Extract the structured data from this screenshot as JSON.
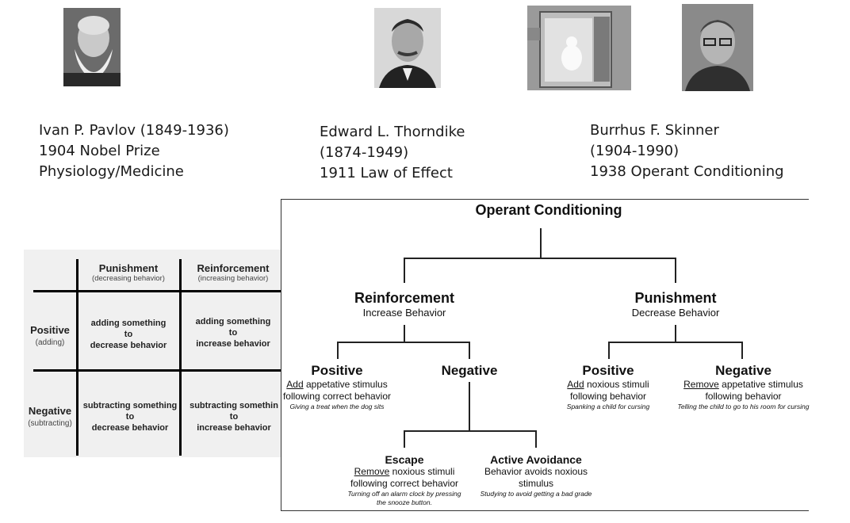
{
  "people": [
    {
      "lines": [
        "Ivan P. Pavlov  (1849-1936)",
        "1904 Nobel Prize",
        "Physiology/Medicine"
      ]
    },
    {
      "lines": [
        "Edward L. Thorndike",
        "(1874-1949)",
        "1911 Law of Effect"
      ]
    },
    {
      "lines": [
        "Burrhus F. Skinner",
        "(1904-1990)",
        "1938 Operant Conditioning"
      ]
    }
  ],
  "table": {
    "col_headers": [
      {
        "title": "Punishment",
        "sub": "(decreasing behavior)"
      },
      {
        "title": "Reinforcement",
        "sub": "(increasing behavior)"
      }
    ],
    "rows": [
      {
        "title": "Positive",
        "sub": "(adding)",
        "cells": [
          [
            "adding something",
            "to",
            "decrease behavior"
          ],
          [
            "adding something",
            "to",
            "increase behavior"
          ]
        ]
      },
      {
        "title": "Negative",
        "sub": "(subtracting)",
        "cells": [
          [
            "subtracting something",
            "to",
            "decrease behavior"
          ],
          [
            "subtracting somethin",
            "to",
            "increase behavior"
          ]
        ]
      }
    ]
  },
  "tree": {
    "root": "Operant Conditioning",
    "reinforcement": {
      "title": "Reinforcement",
      "desc": "Increase Behavior"
    },
    "punishment": {
      "title": "Punishment",
      "desc": "Decrease Behavior"
    },
    "pos_reinf": {
      "title": "Positive",
      "u": "Add",
      "rest1": " appetative stimulus",
      "line2": "following correct behavior",
      "example": "Giving a treat when the dog sits"
    },
    "neg_reinf": {
      "title": "Negative"
    },
    "pos_pun": {
      "title": "Positive",
      "u": "Add",
      "rest1": " noxious stimuli",
      "line2": "following behavior",
      "example": "Spanking a child for cursing"
    },
    "neg_pun": {
      "title": "Negative",
      "u": "Remove",
      "rest1": " appetative stimulus",
      "line2": "following behavior",
      "example": "Telling the child to go to his room for cursing"
    },
    "escape": {
      "title": "Escape",
      "u": "Remove",
      "rest1": " noxious stimuli",
      "line2": "following correct behavior",
      "example1": "Turning off an alarm clock by pressing",
      "example2": "the snooze button."
    },
    "avoidance": {
      "title": "Active Avoidance",
      "line1": "Behavior avoids noxious",
      "line2": "stimulus",
      "example": "Studying to avoid getting a bad grade"
    }
  }
}
